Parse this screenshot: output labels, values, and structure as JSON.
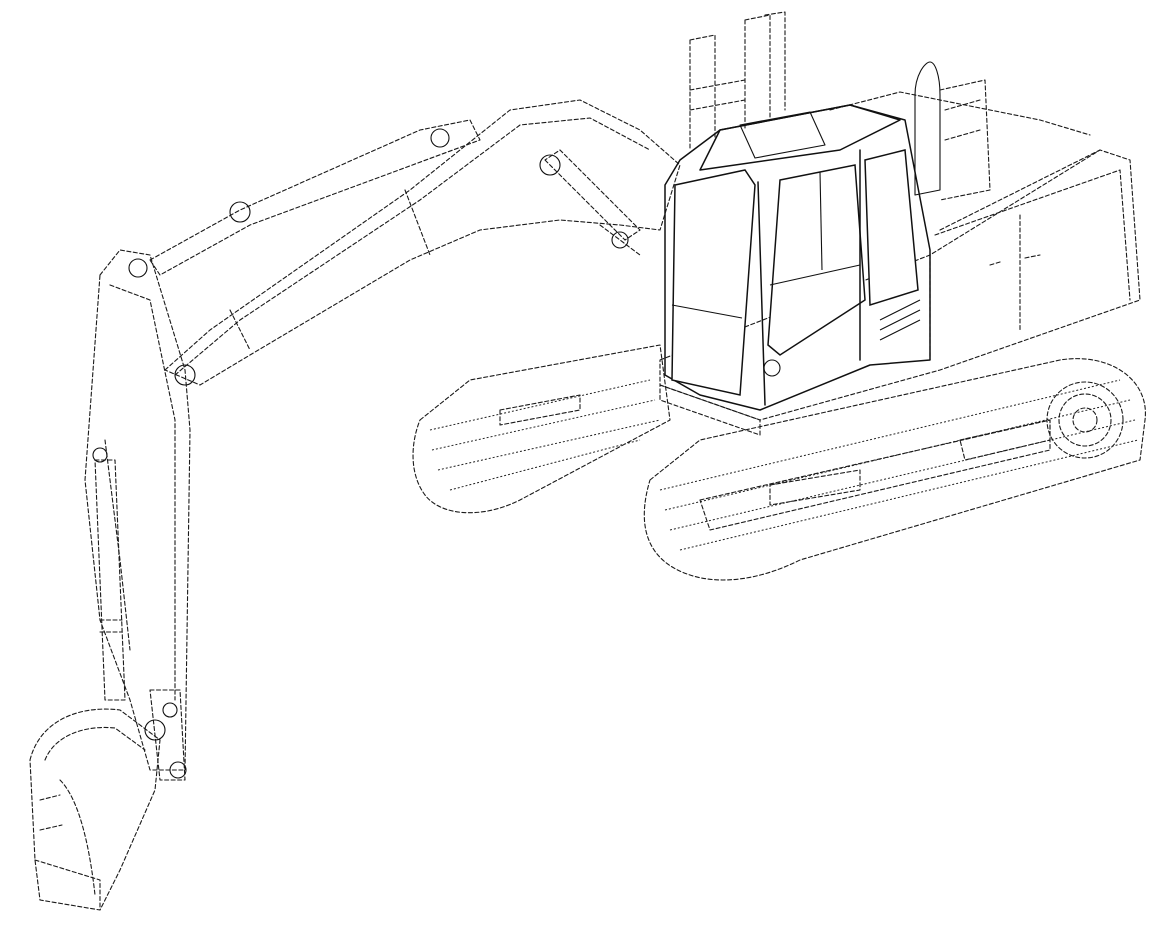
{
  "drawing": {
    "style": "technical line drawing",
    "colors": {
      "background": "#ffffff",
      "line": "#111111"
    },
    "components": [
      "cab",
      "upper-structure",
      "boom",
      "arm",
      "bucket",
      "boom-cylinder",
      "arm-cylinder",
      "bucket-cylinder",
      "left-track",
      "right-track",
      "sprocket",
      "exhaust-stack",
      "handrails"
    ]
  }
}
